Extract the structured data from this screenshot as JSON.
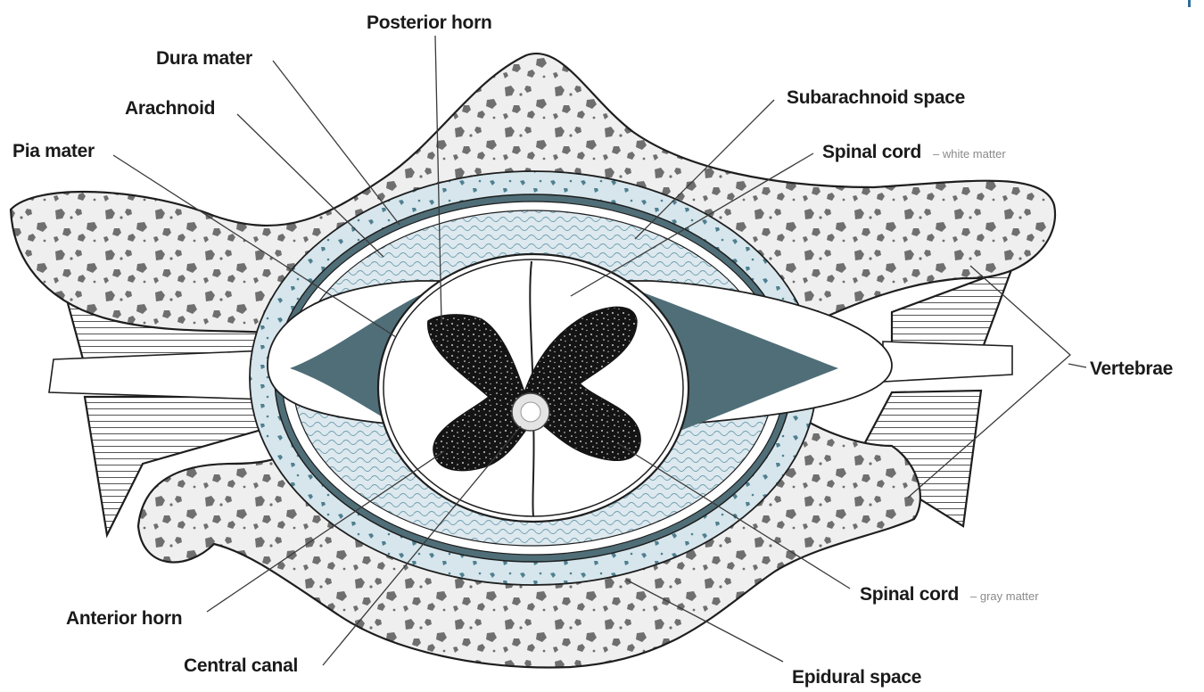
{
  "labels": {
    "posterior_horn": "Posterior horn",
    "dura_mater": "Dura mater",
    "arachnoid": "Arachnoid",
    "pia_mater": "Pia mater",
    "subarachnoid_space": "Subarachnoid space",
    "spinal_cord_white": "Spinal cord",
    "spinal_cord_white_note": "– white matter",
    "vertebrae": "Vertebrae",
    "spinal_cord_gray": "Spinal cord",
    "spinal_cord_gray_note": "– gray matter",
    "anterior_horn": "Anterior horn",
    "central_canal": "Central canal",
    "epidural_space": "Epidural space"
  },
  "colors": {
    "bone": "#efefef",
    "bone_spot": "#6f6f6f",
    "epidural": "#d6e6ec",
    "dura": "#4f6e78",
    "csf": "#dde9ef",
    "gray_matter": "#141414",
    "outline": "#1e1e1e"
  }
}
